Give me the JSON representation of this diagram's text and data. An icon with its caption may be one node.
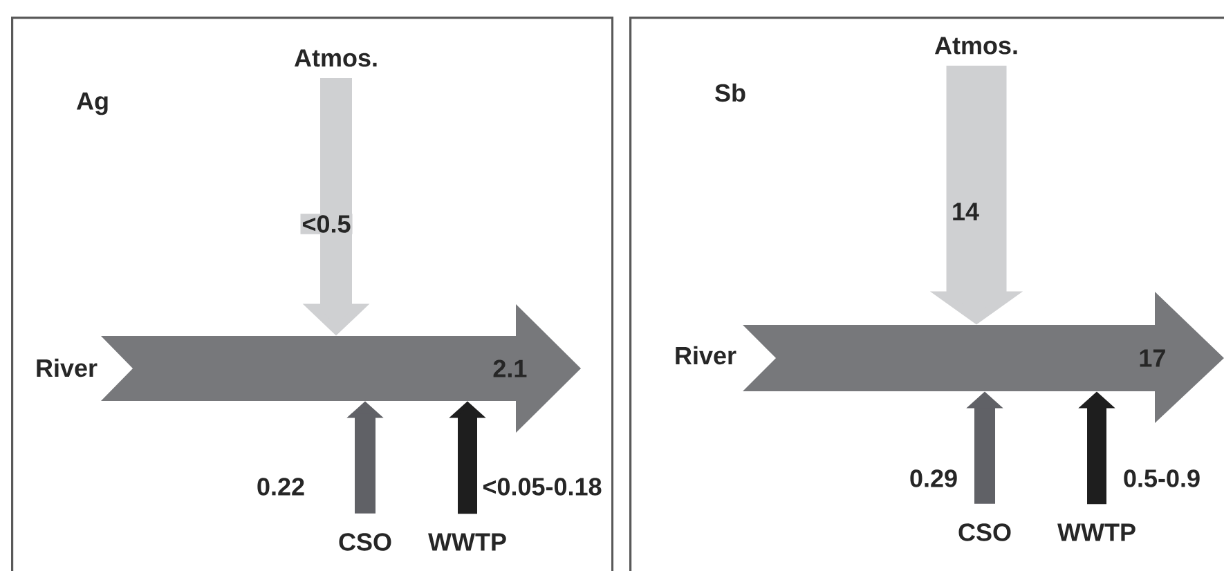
{
  "diagram": {
    "nodes": [
      {
        "text": [
          "Ag"
        ]
      },
      {
        "text": [
          "Atmos."
        ],
        "in": 0
      },
      {
        "text": [
          "2.1"
        ],
        "beside": [
          "River"
        ],
        "in": 0
      },
      {
        "text": [
          "CSO"
        ],
        "in": 0
      },
      {
        "text": [
          "WWTP"
        ],
        "in": 0
      },
      {
        "text": [
          "Sb"
        ]
      },
      {
        "text": [
          "Atmos."
        ],
        "in": 5
      },
      {
        "text": [
          "17"
        ],
        "beside": [
          "River"
        ],
        "in": 5
      },
      {
        "text": [
          "CSO"
        ],
        "in": 5
      },
      {
        "text": [
          "WWTP"
        ],
        "in": 5
      }
    ],
    "edges": [
      {
        "from": 1,
        "to": 2,
        "arrow": "to",
        "label": "<0.5",
        "color": "#cfd0d2"
      },
      {
        "from": 3,
        "to": 2,
        "arrow": "to",
        "label": "0.22",
        "color": "#606166"
      },
      {
        "from": 4,
        "to": 2,
        "arrow": "to",
        "label": "<0.05-0.18",
        "color": "#1e1e1e"
      },
      {
        "from": 6,
        "to": 7,
        "arrow": "to",
        "label": "14",
        "style": "thick",
        "color": "#cfd0d2"
      },
      {
        "from": 8,
        "to": 7,
        "arrow": "to",
        "label": "0.29",
        "color": "#606166"
      },
      {
        "from": 9,
        "to": 7,
        "arrow": "to",
        "label": "0.5-0.9",
        "color": "#1e1e1e"
      }
    ]
  }
}
